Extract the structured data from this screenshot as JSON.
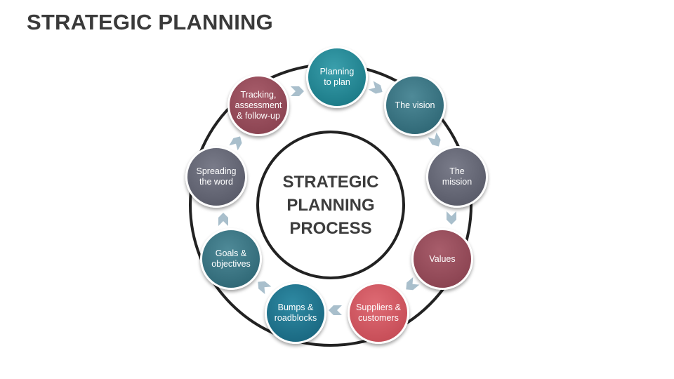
{
  "slide": {
    "title": "STRATEGIC PLANNING"
  },
  "center": {
    "line1": "STRATEGIC",
    "line2": "PLANNING",
    "line3": "PROCESS"
  },
  "steps": [
    {
      "label": "Planning\nto plan",
      "color": "#2a8f9c"
    },
    {
      "label": "The vision",
      "color": "#336c7a"
    },
    {
      "label": "The\nmission",
      "color": "#5d5f6d"
    },
    {
      "label": "Values",
      "color": "#8e4654"
    },
    {
      "label": "Suppliers &\ncustomers",
      "color": "#c9505a"
    },
    {
      "label": "Bumps &\nroadblocks",
      "color": "#1f7f8c"
    },
    {
      "label": "Goals &\nobjectives",
      "color": "#336c7a"
    },
    {
      "label": "Spreading\nthe word",
      "color": "#5d5f6d"
    },
    {
      "label": "Tracking,\nassessment\n& follow-up",
      "color": "#8e4654"
    }
  ],
  "arrow_color": "#a9bfcc",
  "ring_color": "#222222"
}
